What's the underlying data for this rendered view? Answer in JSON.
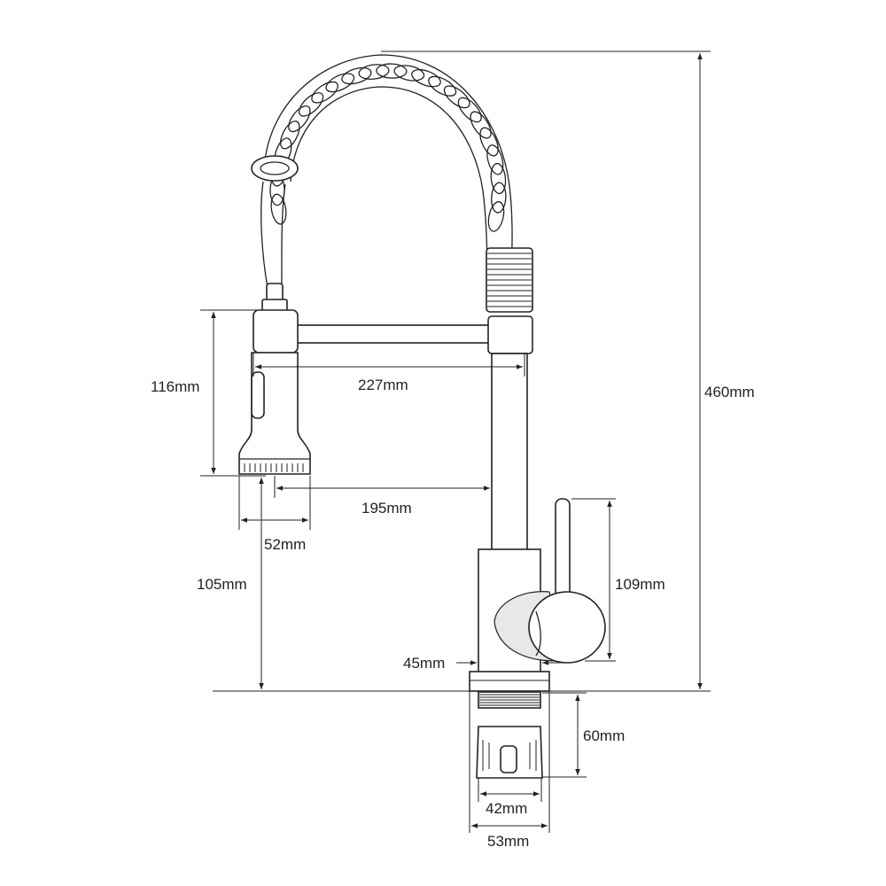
{
  "dimensions": {
    "overall_height": "460mm",
    "spout_reach": "227mm",
    "spray_head_height": "116mm",
    "spray_to_body": "195mm",
    "spray_diameter": "52mm",
    "spray_clearance": "105mm",
    "handle_height": "109mm",
    "body_width": "45mm",
    "shank_length": "60mm",
    "shank_diameter": "42mm",
    "base_diameter": "53mm"
  },
  "colors": {
    "line": "#222222",
    "background": "#ffffff",
    "fill_shade": "#e8e8e8"
  }
}
